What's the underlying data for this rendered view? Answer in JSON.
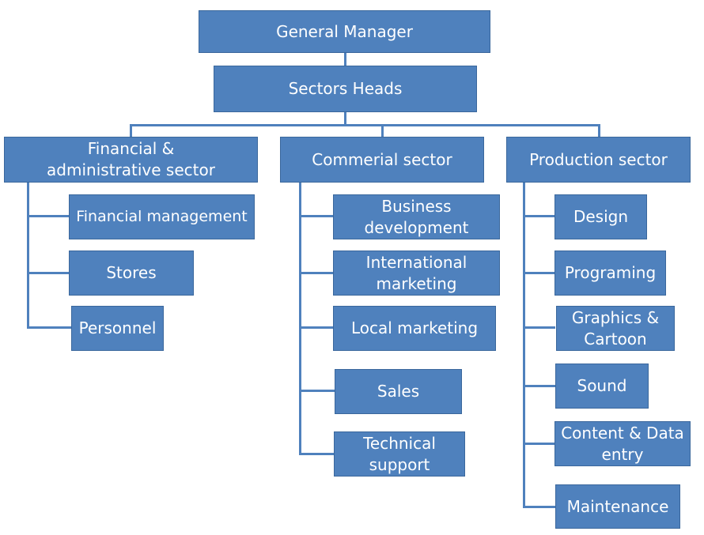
{
  "colors": {
    "box_fill": "#4f81bd",
    "box_border": "#3a679c",
    "connector": "#4f81bd",
    "text": "#ffffff"
  },
  "top": {
    "general_manager": "General Manager",
    "sectors_heads": "Sectors Heads"
  },
  "sectors": [
    {
      "title": "Financial & administrative sector",
      "units": [
        "Financial management",
        "Stores",
        "Personnel"
      ]
    },
    {
      "title": "Commerial sector",
      "units": [
        "Business development",
        "International marketing",
        "Local marketing",
        "Sales",
        "Technical support"
      ]
    },
    {
      "title": "Production sector",
      "units": [
        "Design",
        "Programing",
        "Graphics & Cartoon",
        "Sound",
        "Content & Data entry",
        "Maintenance"
      ]
    }
  ]
}
